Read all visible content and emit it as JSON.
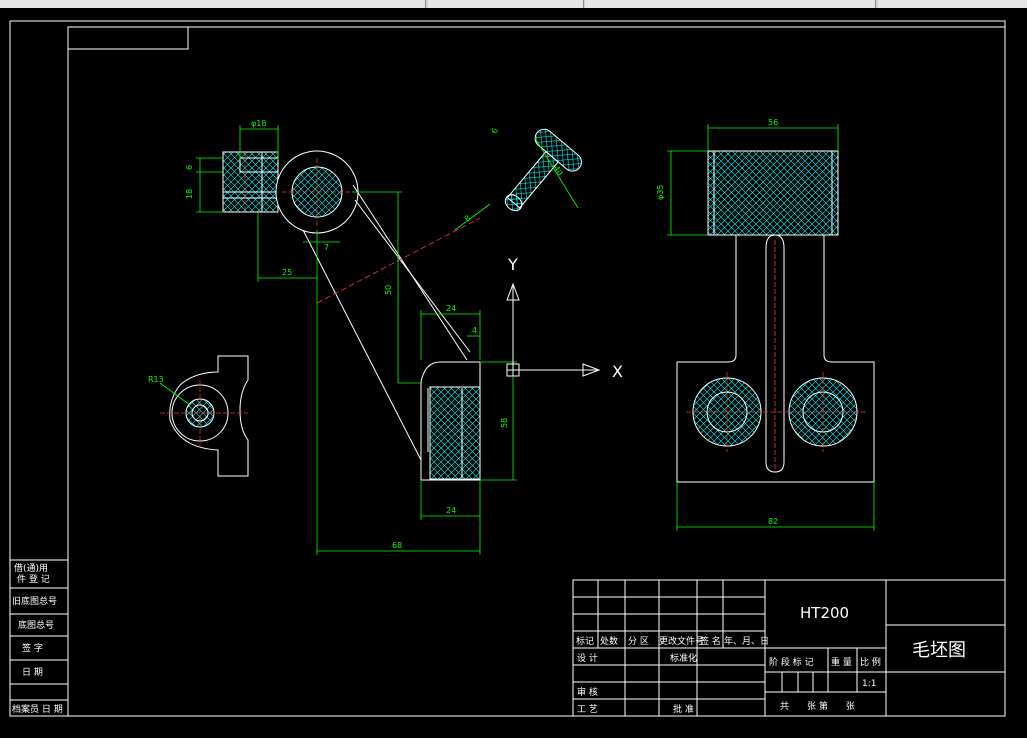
{
  "drawing": {
    "axes": {
      "y": "Y",
      "x": "X"
    },
    "dims": {
      "phi18": "φ18",
      "d6": "6",
      "d18": "18",
      "d7": "7",
      "d25": "25",
      "d50": "50",
      "d24top": "24",
      "d4": "4",
      "d58": "58",
      "d24bot": "24",
      "d68": "68",
      "d6b": "6",
      "d40": "40",
      "d8": "8",
      "r13": "R13",
      "d56": "56",
      "phi35": "φ35",
      "d82": "82"
    }
  },
  "title_block": {
    "material": "HT200",
    "drawing_name": "毛坯图",
    "row_headers": [
      "标记",
      "处数",
      "分 区",
      "更改文件号",
      "签 名",
      "年、月、日"
    ],
    "design": "设 计",
    "standardize": "标准化",
    "review": "审 核",
    "process": "工 艺",
    "approve": "批 准",
    "stage_mark": "阶 段 标 记",
    "weight": "重 量",
    "scale_label": "比 例",
    "scale_value": "1:1",
    "sheets": "共　　张 第　　张"
  },
  "side_block": [
    "借(通)用",
    "件 登 记",
    "旧底图总号",
    "底图总号",
    "签 字",
    "日 期",
    "档案员 日 期"
  ]
}
